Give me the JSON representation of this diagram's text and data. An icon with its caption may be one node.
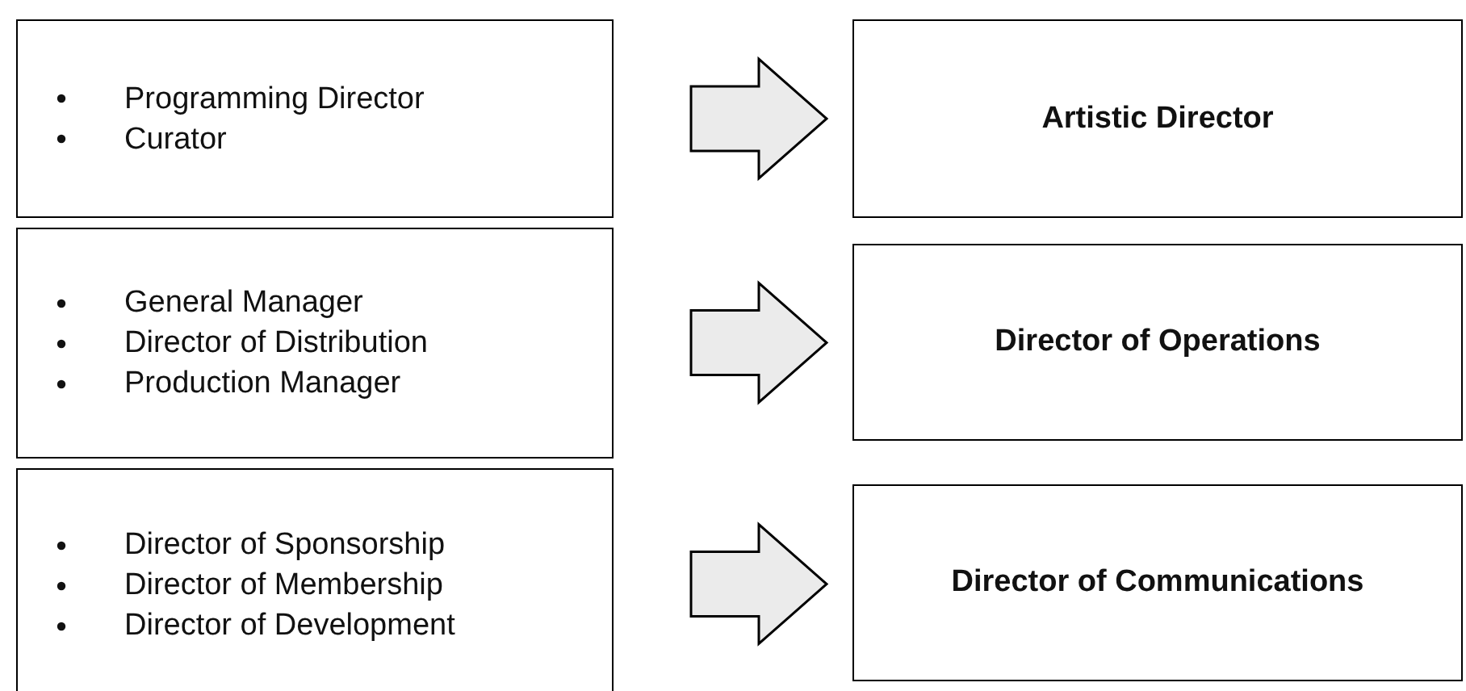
{
  "diagram": {
    "nodes": [
      {
        "text": [
          "Programming Director",
          "Curator"
        ]
      },
      {
        "text": [
          "Artistic Director"
        ]
      },
      {
        "text": [
          "General Manager",
          "Director of Distribution",
          "Production Manager"
        ]
      },
      {
        "text": [
          "Director of Operations"
        ]
      },
      {
        "text": [
          "Director of Sponsorship",
          "Director of Membership",
          "Director of Development"
        ]
      },
      {
        "text": [
          "Director of Communications"
        ]
      }
    ],
    "edges": [
      {
        "from": 0,
        "to": 1,
        "arrow": "to",
        "style": "thick"
      },
      {
        "from": 2,
        "to": 3,
        "arrow": "to",
        "style": "thick"
      },
      {
        "from": 4,
        "to": 5,
        "arrow": "to",
        "style": "thick"
      }
    ]
  }
}
